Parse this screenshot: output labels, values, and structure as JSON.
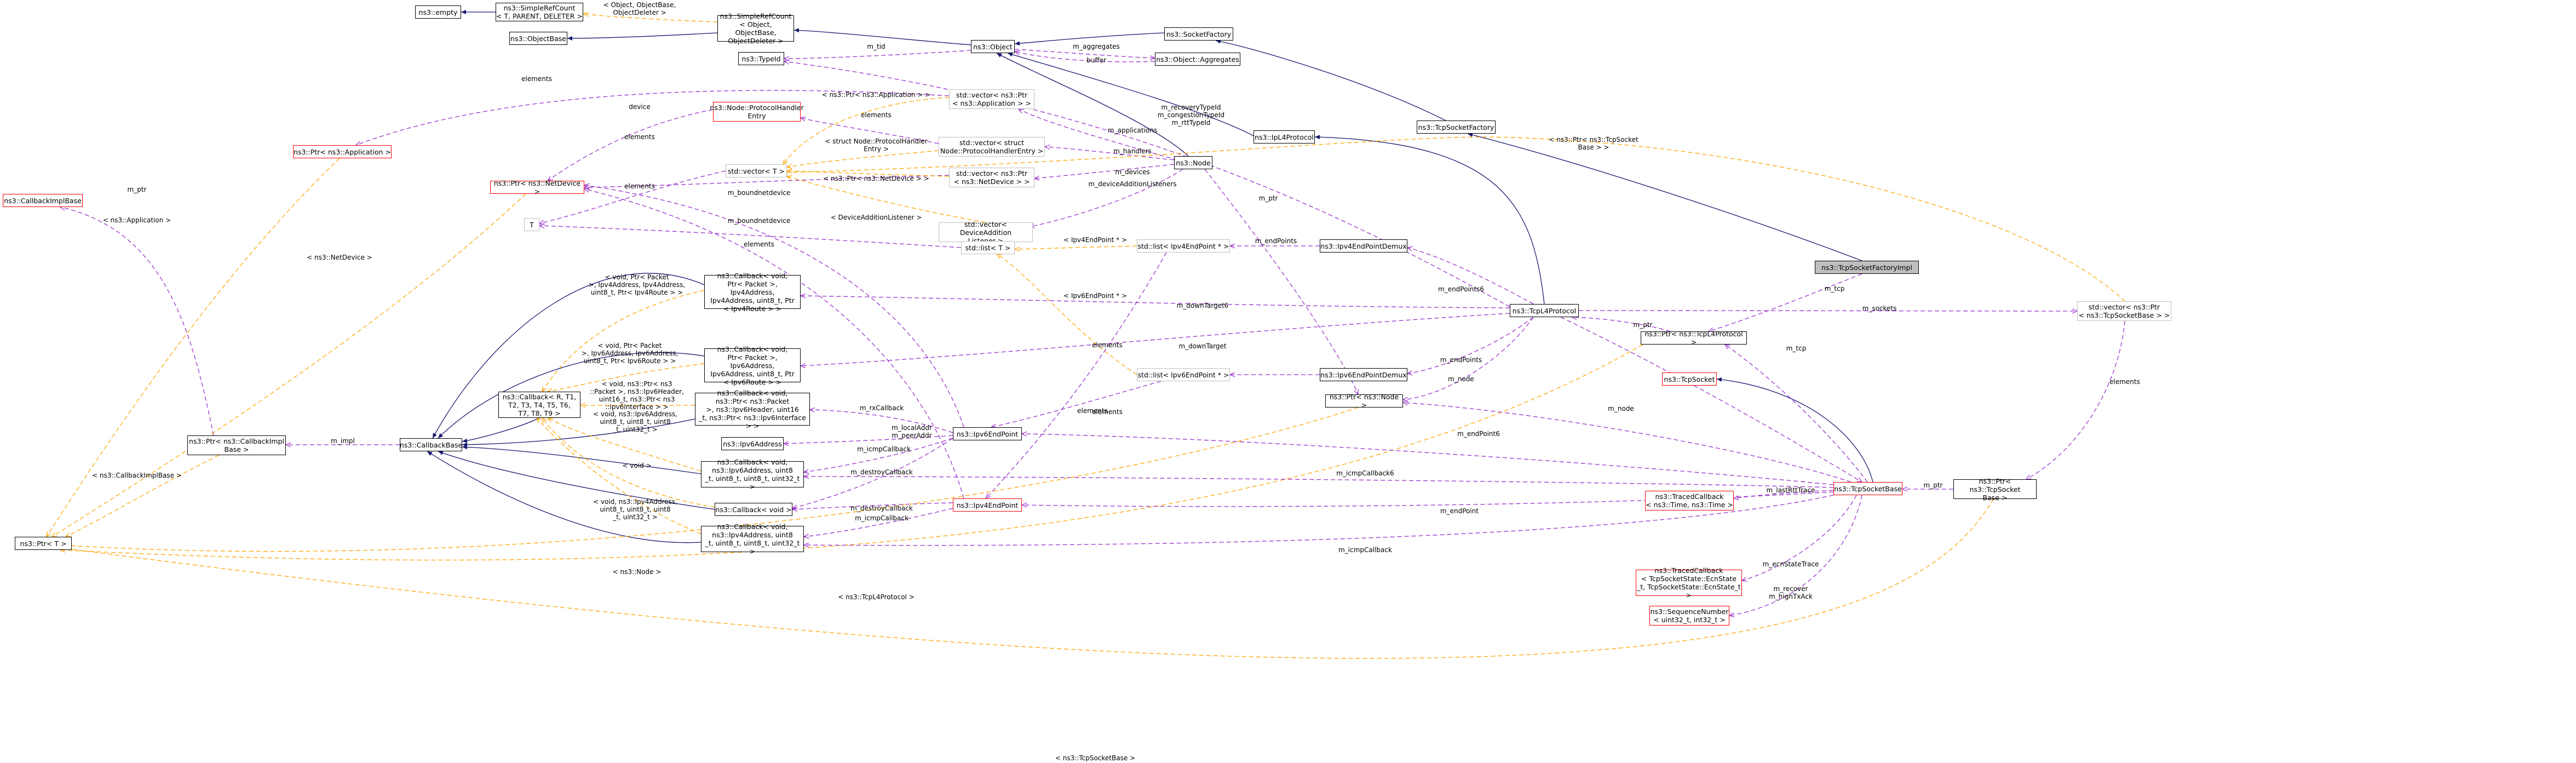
{
  "nodes": {
    "empty": {
      "label": "ns3::empty"
    },
    "simple_ref_count_tpd": {
      "label": "ns3::SimpleRefCount\n< T, PARENT, DELETER >"
    },
    "object_base": {
      "label": "ns3::ObjectBase"
    },
    "simple_ref_count_obj": {
      "label": "ns3::SimpleRefCount\n< Object, ObjectBase,\nObjectDeleter >"
    },
    "type_id": {
      "label": "ns3::TypeId"
    },
    "object": {
      "label": "ns3::Object"
    },
    "socket_factory": {
      "label": "ns3::SocketFactory"
    },
    "object_aggregates": {
      "label": "ns3::Object::Aggregates"
    },
    "protocol_handler_entry": {
      "label": "ns3::Node::ProtocolHandler\nEntry"
    },
    "vector_application": {
      "label": "std::vector< ns3::Ptr\n< ns3::Application > >"
    },
    "ptr_application": {
      "label": "ns3::Ptr< ns3::Application >"
    },
    "callback_impl_base": {
      "label": "ns3::CallbackImplBase"
    },
    "ptr_netdevice": {
      "label": "ns3::Ptr< ns3::NetDevice >"
    },
    "vector_template": {
      "label": "std::vector< T >"
    },
    "vector_handler_entry": {
      "label": "std::vector< struct\nNode::ProtocolHandlerEntry >"
    },
    "vector_netdevice": {
      "label": "std::vector< ns3::Ptr\n< ns3::NetDevice > >"
    },
    "node": {
      "label": "ns3::Node"
    },
    "ip_l4_protocol": {
      "label": "ns3::IpL4Protocol"
    },
    "tcp_socket_factory": {
      "label": "ns3::TcpSocketFactory"
    },
    "tcp_socket_factory_impl": {
      "label": "ns3::TcpSocketFactoryImpl"
    },
    "t_placeholder": {
      "label": "T"
    },
    "vector_device_addition": {
      "label": "std::vector< DeviceAddition\nListener >"
    },
    "callback_ipv4_ptr": {
      "label": "ns3::Callback< void,\nPtr< Packet >, Ipv4Address,\nIpv4Address, uint8_t, Ptr\n< Ipv4Route > >"
    },
    "list_template": {
      "label": "std::list< T >"
    },
    "list_ipv4_endpoint": {
      "label": "std::list< Ipv4EndPoint * >"
    },
    "ipv4_endpoint_demux": {
      "label": "ns3::Ipv4EndPointDemux"
    },
    "tcp_l4_protocol": {
      "label": "ns3::TcpL4Protocol"
    },
    "vector_ptr_tcp_socket_base": {
      "label": "std::vector< ns3::Ptr\n< ns3::TcpSocketBase > >"
    },
    "callback_ipv6_ptr": {
      "label": "ns3::Callback< void,\nPtr< Packet >, Ipv6Address,\nIpv6Address, uint8_t, Ptr\n< Ipv6Route > >"
    },
    "ptr_tcp_l4_protocol": {
      "label": "ns3::Ptr< ns3::TcpL4Protocol >"
    },
    "list_ipv6_endpoint": {
      "label": "std::list< Ipv6EndPoint * >"
    },
    "ipv6_endpoint_demux": {
      "label": "ns3::Ipv6EndPointDemux"
    },
    "callback_template": {
      "label": "ns3::Callback< R, T1,\nT2, T3, T4, T5, T6,\nT7, T8, T9 >"
    },
    "callback_rx_ipv6": {
      "label": "ns3::Callback< void,\nns3::Ptr< ns3::Packet\n>, ns3::Ipv6Header, uint16\n_t, ns3::Ptr< ns3::Ipv6Interface > >"
    },
    "tcp_socket": {
      "label": "ns3::TcpSocket"
    },
    "ptr_node": {
      "label": "ns3::Ptr< ns3::Node >"
    },
    "ptr_callback_impl_base": {
      "label": "ns3::Ptr< ns3::CallbackImpl\nBase >"
    },
    "callback_base": {
      "label": "ns3::CallbackBase"
    },
    "ipv6_endpoint": {
      "label": "ns3::Ipv6EndPoint"
    },
    "ipv6_address": {
      "label": "ns3::Ipv6Address"
    },
    "callback_icmp_ipv6": {
      "label": "ns3::Callback< void,\nns3::Ipv6Address, uint8\n_t, uint8_t, uint8_t, uint32_t >"
    },
    "tcp_socket_base": {
      "label": "ns3::TcpSocketBase"
    },
    "ptr_tcp_socket_base": {
      "label": "ns3::Ptr< ns3::TcpSocket\nBase >"
    },
    "traced_callback_time": {
      "label": "ns3::TracedCallback\n< ns3::Time, ns3::Time >"
    },
    "callback_void": {
      "label": "ns3::Callback< void >"
    },
    "ipv4_endpoint": {
      "label": "ns3::Ipv4EndPoint"
    },
    "ptr_template": {
      "label": "ns3::Ptr< T >"
    },
    "callback_icmp_ipv4": {
      "label": "ns3::Callback< void,\nns3::Ipv4Address, uint8\n_t, uint8_t, uint8_t, uint32_t >"
    },
    "traced_callback_state": {
      "label": "ns3::TracedCallback\n< TcpSocketState::EcnState\n_t, TcpSocketState::EcnState_t >"
    },
    "sequence_number": {
      "label": "ns3::SequenceNumber\n< uint32_t, int32_t >"
    }
  },
  "edge_labels": {
    "object_base_deleter": "< Object, ObjectBase,\nObjectDeleter >",
    "m_tid": "m_tid",
    "m_aggregates": "m_aggregates",
    "buffer": "buffer",
    "elements_app": "elements",
    "device": "device",
    "ptr_app_template": "< ns3::Ptr< ns3::Application > >",
    "elements_handler": "elements",
    "m_recovery_typeid": "m_recoveryTypeId\nm_congestionTypeId\nm_rttTypeId",
    "m_applications": "m_applications",
    "elements_netdevice": "elements",
    "struct_handler_template": "< struct Node::ProtocolHandler\nEntry >",
    "m_handlers": "m_handlers",
    "m_ptr_impl": "m_ptr",
    "netdevice_template": "< ns3::Ptr< ns3::NetDevice > >",
    "m_devices": "m_devices",
    "m_device_addition_listeners": "m_deviceAdditionListeners",
    "elements_vector": "elements",
    "m_ptr_protocol": "m_ptr",
    "m_bound_netdevice_1": "m_boundnetdevice",
    "app_template": "< ns3::Application >",
    "device_addition_template": "< DeviceAdditionListener >",
    "m_bound_netdevice_2": "m_boundnetdevice",
    "elements_list": "elements",
    "ipv4_endpoint_template": "< Ipv4EndPoint * >",
    "m_endpoints_v4": "m_endPoints",
    "netdevice_ptr_template": "< ns3::NetDevice >",
    "callback_ipv4_args": "< void, Ptr< Packet\n>, Ipv4Address, Ipv4Address,\nuint8_t, Ptr< Ipv4Route > >",
    "ipv6_endpoint_template": "< Ipv6EndPoint * >",
    "m_endpoints6": "m_endPoints6",
    "m_down_target6": "m_downTarget6",
    "m_sockets": "m_sockets",
    "elements_ipv4_list": "elements",
    "m_tcp_factory": "m_tcp",
    "m_ptr_l4": "m_ptr",
    "elements_tcp_vector": "elements",
    "socket_base_ptr_template": "< ns3::Ptr< ns3::TcpSocket\nBase > >",
    "m_down_target": "m_downTarget",
    "callback_ipv6_args": "< void, Ptr< Packet\n>, Ipv6Address, Ipv6Address,\nuint8_t, Ptr< Ipv6Route > >",
    "elements_ipv6_list": "elements",
    "m_endpoints_v6": "m_endPoints",
    "m_node": "m_node",
    "m_tcp_socket": "m_tcp",
    "callback_rx_args": "< void, ns3::Ptr< ns3\n::Packet >, ns3::Ipv6Header,\nuint16_t, ns3::Ptr< ns3\n::Ipv6Interface > >",
    "m_rx_callback": "m_rxCallback",
    "m_impl": "m_impl",
    "callback_impl_template": "< ns3::CallbackImplBase >",
    "callback_icmp_args": "< void, ns3::Ipv6Address,\nuint8_t, uint8_t, uint8\n_t, uint32_t >",
    "m_local_addr": "m_localAddr\nm_peerAddr",
    "m_icmp_callback_v6": "m_icmpCallback",
    "m_node_socket": "m_node",
    "m_endpoint6": "m_endPoint6",
    "void_template": "< void >",
    "m_destroy_callback_v6": "m_destroyCallback",
    "m_icmp_callback6": "m_icmpCallback6",
    "m_last_rtt_trace": "m_lastRttTrace",
    "m_ptr_socket_base": "m_ptr",
    "callback_icmp4_args": "< void, ns3::Ipv4Address,\nuint8_t, uint8_t, uint8\n_t, uint32_t >",
    "m_destroy_callback_v4": "m_destroyCallback",
    "m_icmp_callback_v4": "m_icmpCallback",
    "m_endpoint": "m_endPoint",
    "elements_socket_base": "elements",
    "m_icmp_callback": "m_icmpCallback",
    "node_template": "< ns3::Node >",
    "m_ecn_state_trace": "m_ecnStateTrace",
    "tcp_l4_template": "< ns3::TcpL4Protocol >",
    "m_recover": "m_recover\nm_highTxAck",
    "tcp_socket_base_template": "< ns3::TcpSocketBase >"
  }
}
